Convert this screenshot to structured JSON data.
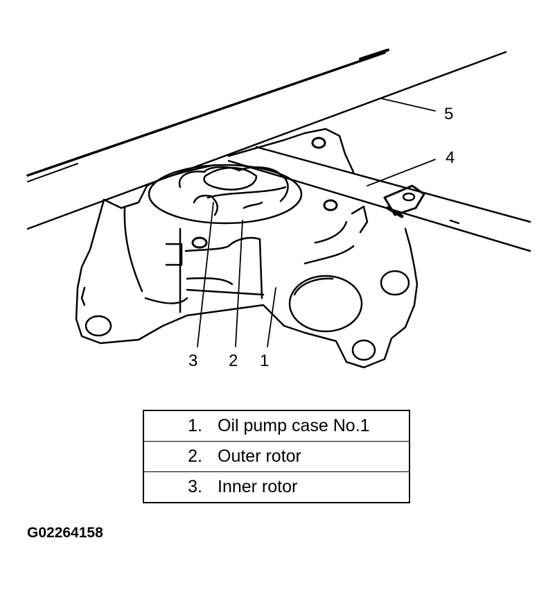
{
  "diagram": {
    "callouts": [
      "5",
      "4",
      "3",
      "2",
      "1"
    ]
  },
  "legend": {
    "rows": [
      {
        "number": "1.",
        "label": "Oil pump case No.1"
      },
      {
        "number": "2.",
        "label": "Outer rotor"
      },
      {
        "number": "3.",
        "label": "Inner rotor"
      }
    ]
  },
  "figure_id": "G02264158"
}
